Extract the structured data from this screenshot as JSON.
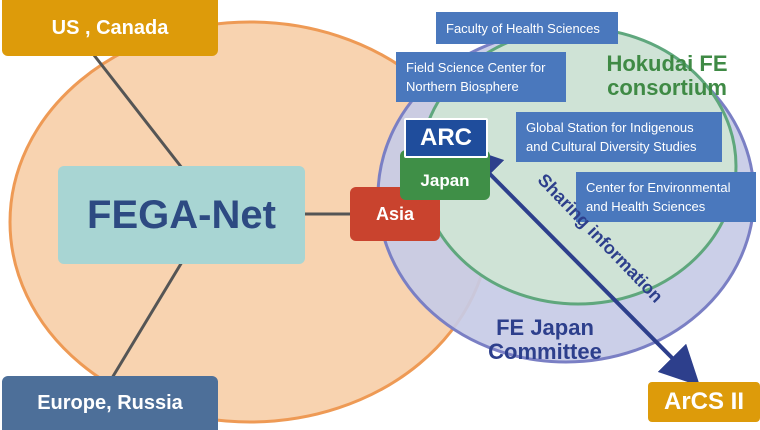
{
  "regions": {
    "us_canada": "US , Canada",
    "europe_russia": "Europe, Russia",
    "asia": "Asia"
  },
  "network": {
    "name": "FEGA-Net"
  },
  "consortium": {
    "title_line1": "Hokudai FE",
    "title_line2": "consortium",
    "members": [
      "Faculty of Health Sciences",
      "Field Science Center for Northern Biosphere",
      "Global Station for Indigenous and Cultural Diversity Studies",
      "Center for Environmental and Health Sciences"
    ],
    "arc": "ARC"
  },
  "japan": {
    "label": "Japan"
  },
  "committee": {
    "line1": "FE Japan",
    "line2": "Committee"
  },
  "link": {
    "label": "Sharing information"
  },
  "arcs": {
    "label": "ArCS II"
  },
  "colors": {
    "orange_box": "#dd9b0a",
    "steel_box": "#4d6f99",
    "asia_red": "#c9432e",
    "fega_teal": "#a8d5d3",
    "big_circle_fill": "#f8d3b0",
    "big_circle_stroke": "#ee9a55",
    "purple_circle_fill": "#c7cbe6",
    "purple_circle_stroke": "#7a7fc4",
    "green_circle_fill": "#cfe3d6",
    "green_circle_stroke": "#5fa77d",
    "blue_box": "#4a78bd",
    "arc_navy": "#1f4d9c",
    "japan_green": "#3f8f47",
    "arrow": "#2d3f8c",
    "arcs_orange": "#dd9b0a"
  }
}
